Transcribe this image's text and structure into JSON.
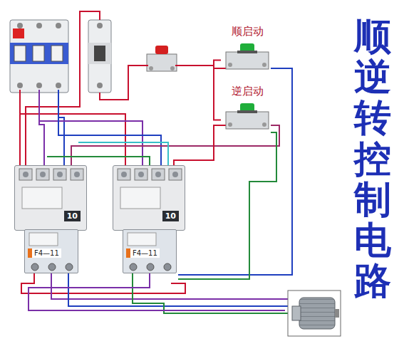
{
  "diagram": {
    "title": "顺逆转控制电路",
    "nodes": [
      {
        "text": [
          "顺启动"
        ]
      },
      {
        "text": [
          "逆启动"
        ]
      },
      {
        "text": [
          "10"
        ]
      },
      {
        "text": [
          "10"
        ]
      },
      {
        "text": [
          "F4—11"
        ]
      },
      {
        "text": [
          "F4—11"
        ]
      }
    ],
    "edges": [
      {
        "from": 0,
        "to": 1,
        "arrow": "none"
      }
    ]
  }
}
